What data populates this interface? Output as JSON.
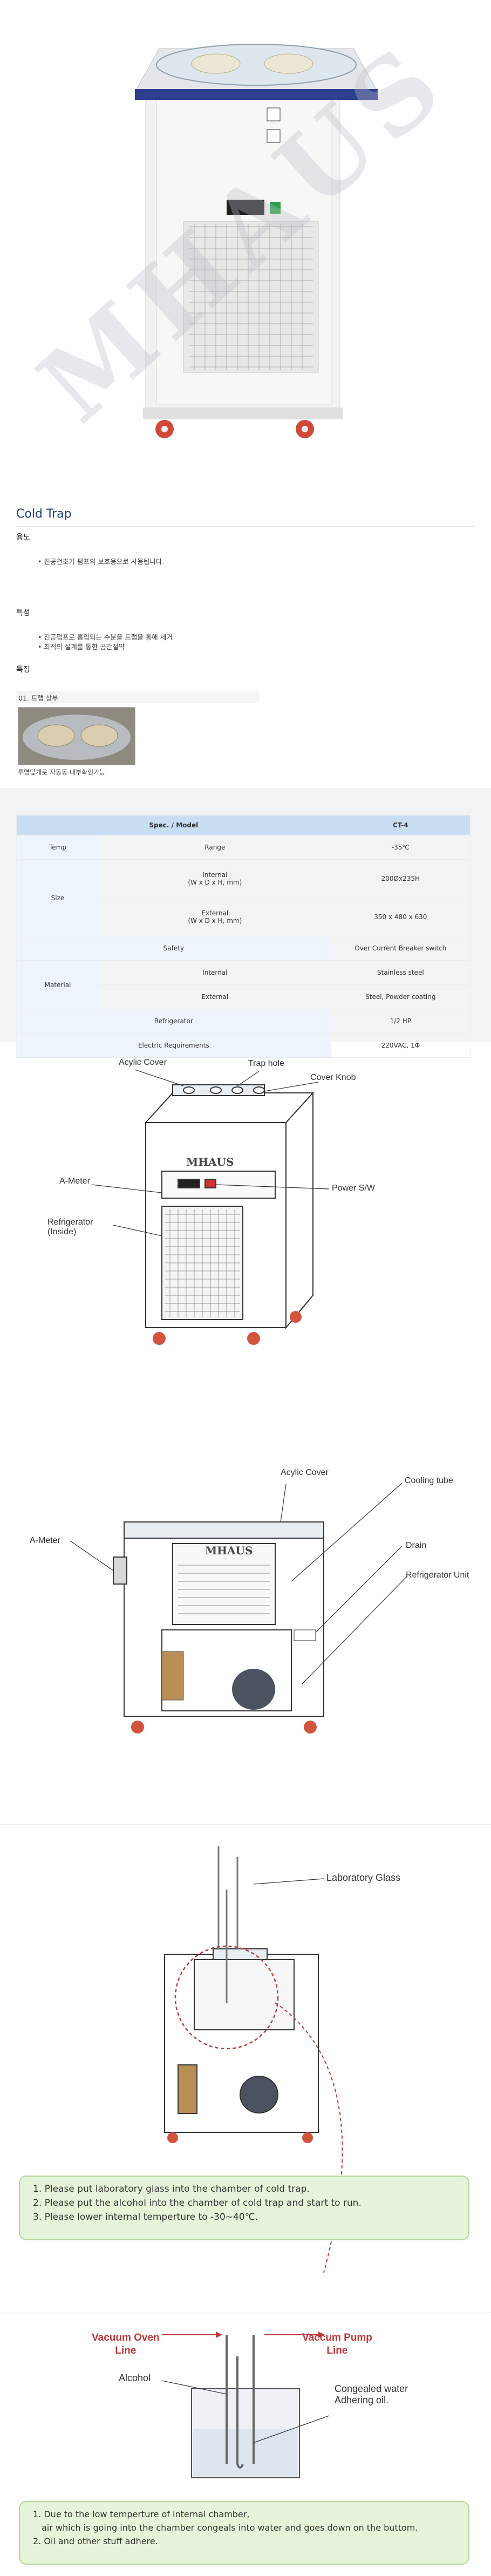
{
  "watermark": "MHAUS",
  "product": {
    "title": "Cold Trap",
    "usage_heading": "용도",
    "usage_items": [
      "진공건조기 펌프의 보호용으로 사용됩니다."
    ],
    "feature_heading": "특성",
    "feature_items": [
      "진공펌프로 흡입되는 수분을 트랩을 통해 제거",
      "최적의 설계를 통한 공간절약"
    ],
    "detail_heading": "특징",
    "detail_tab": "01. 트랩 상부",
    "thumb_caption": "투명덮개로 자동동 내부확인가능"
  },
  "spec_table": {
    "headers": [
      "Spec. / Model",
      "CT-4"
    ],
    "rows": [
      {
        "group": "Temp",
        "sub": "Range",
        "value": "-35℃"
      },
      {
        "group": "Size",
        "sub": "Internal\n(W x D x H, mm)",
        "value": "200Øx235H"
      },
      {
        "group": "",
        "sub": "External\n(W x D x H, mm)",
        "value": "350 x 480 x 630"
      },
      {
        "group": "Safety",
        "sub": "",
        "value": "Over Current Breaker switch"
      },
      {
        "group": "Material",
        "sub": "Internal",
        "value": "Stainless steel"
      },
      {
        "group": "",
        "sub": "External",
        "value": "Steel, Powder coating"
      },
      {
        "group": "Refrigerator",
        "sub": "",
        "value": "1/2 HP"
      },
      {
        "group": "Electric Requirements",
        "sub": "",
        "value": "220VAC, 1Φ"
      }
    ]
  },
  "diagram1": {
    "labels": {
      "acylic_cover": "Acylic Cover",
      "trap_hole": "Trap hole",
      "cover_knob": "Cover Knob",
      "ameter": "A-Meter",
      "power": "Power S/W",
      "refrigerator": "Refrigerator\n(Inside)",
      "brand": "MHAUS"
    }
  },
  "diagram2": {
    "labels": {
      "acylic_cover": "Acylic Cover",
      "cooling_tube": "Cooling tube",
      "ameter": "A-Meter",
      "drain": "Drain",
      "refrigerator_unit": "Refrigerator Unit",
      "brand": "MHAUS"
    }
  },
  "diagram3": {
    "label": "Laboratory Glass",
    "instructions": [
      "1. Please put laboratory glass into the chamber of cold trap.",
      "2. Please put the alcohol into the chamber of cold trap and start to run.",
      "3. Please lower internal temperture to -30~40℃."
    ]
  },
  "diagram4": {
    "vacuum_oven": "Vacuum Oven\nLine",
    "vacuum_pump": "Vaccum Pump\nLine",
    "alcohol": "Alcohol",
    "congealed": "Congealed water\nAdhering oil.",
    "notes": [
      "1. Due to the low temperture of internal chamber,",
      "air which is going into the chamber congeals into water and goes down on the buttom.",
      "2. Oil and other stuff adhere."
    ]
  },
  "colors": {
    "accent_blue": "#1c3e79",
    "table_header": "#c9def2",
    "note_green": "#e6f4d9",
    "red_title": "#c0393b"
  }
}
